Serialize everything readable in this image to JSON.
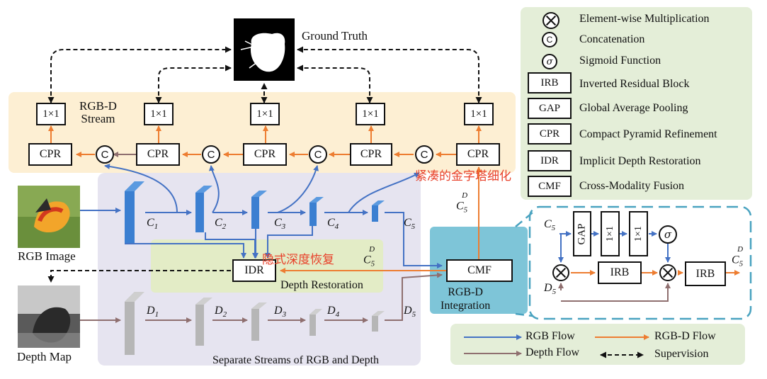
{
  "diagram": {
    "ground_truth_label": "Ground Truth",
    "rgbd_stream_label": "RGB-D\nStream",
    "rgb_image_label": "RGB Image",
    "depth_map_label": "Depth Map",
    "depth_restoration_label": "Depth Restoration",
    "separate_streams_label": "Separate Streams of RGB and Depth",
    "integration_label": "RGB-D\nIntegration",
    "conv_label": "1×1",
    "cpr_label": "CPR",
    "concat_symbol": "C",
    "idr_label": "IDR",
    "cmf_label": "CMF",
    "gap_label": "GAP",
    "irb_label": "IRB",
    "sigma_symbol": "σ",
    "rgb_features": [
      "C1",
      "C2",
      "C3",
      "C4",
      "C5"
    ],
    "depth_features": [
      "D1",
      "D2",
      "D3",
      "D4",
      "D5"
    ],
    "c5_label": "C5",
    "d5_label": "D5",
    "c5d_label": "C5D",
    "chinese_annotations": [
      "紧凑的金字塔细化",
      "隐式深度恢复"
    ]
  },
  "legend": {
    "symbols": [
      {
        "symbol": "⊗",
        "text": "Element-wise Multiplication"
      },
      {
        "symbol": "C",
        "text": "Concatenation"
      },
      {
        "symbol": "σ",
        "text": "Sigmoid Function"
      },
      {
        "symbol": "IRB",
        "text": "Inverted Residual Block"
      },
      {
        "symbol": "GAP",
        "text": "Global Average Pooling"
      },
      {
        "symbol": "CPR",
        "text": "Compact Pyramid Refinement"
      },
      {
        "symbol": "IDR",
        "text": "Implicit Depth Restoration"
      },
      {
        "symbol": "CMF",
        "text": "Cross-Modality Fusion"
      }
    ],
    "flows": [
      {
        "text": "RGB Flow",
        "color": "#4472c4"
      },
      {
        "text": "RGB-D Flow",
        "color": "#ed7d31"
      },
      {
        "text": "Depth Flow",
        "color": "#8f6f6f"
      },
      {
        "text": "Supervision",
        "color": "#111111"
      }
    ]
  },
  "colors": {
    "rgbd_panel": "#fdefd3",
    "separate_panel": "#e6e4f0",
    "depth_panel": "#e3ecc6",
    "integration_panel": "#7ec5d8",
    "legend_panel": "#e4eed8",
    "rgb_flow": "#4472c4",
    "rgbd_flow": "#ed7d31",
    "depth_flow": "#8f6f6f",
    "annotation": "#e8412a"
  }
}
